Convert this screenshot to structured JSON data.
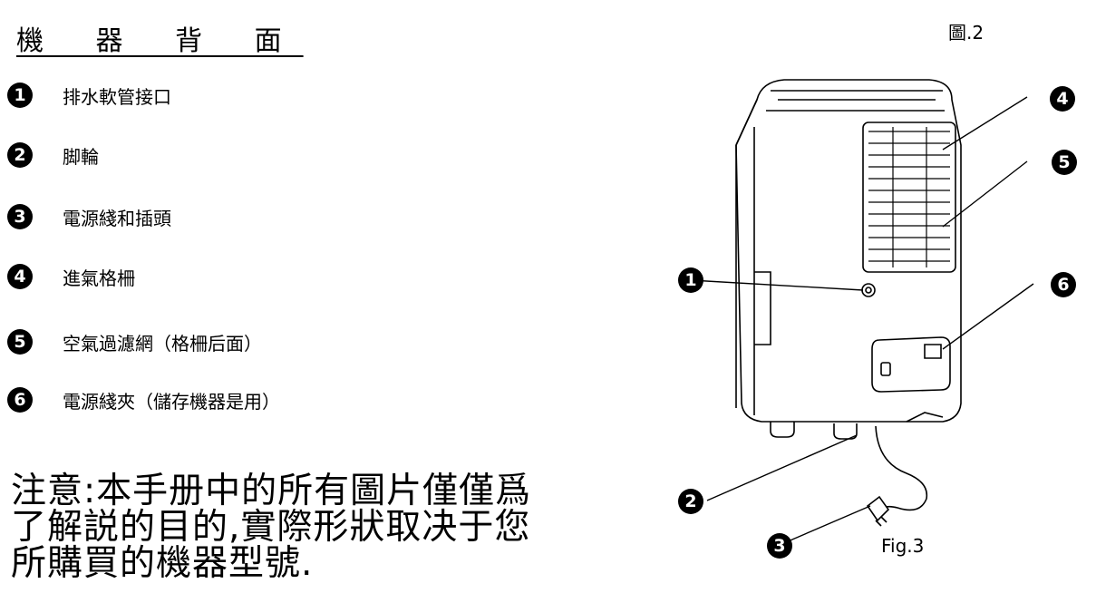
{
  "page": {
    "title": "機 器 背 面",
    "figure_top_label": "圖.2",
    "figure_bottom_label": "Fig.3"
  },
  "legend": [
    {
      "num": "1",
      "text": "排水軟管接口"
    },
    {
      "num": "2",
      "text": "脚輪"
    },
    {
      "num": "3",
      "text": "電源綫和插頭"
    },
    {
      "num": "4",
      "text": "進氣格柵"
    },
    {
      "num": "5",
      "text": "空氣過濾網（格柵后面）"
    },
    {
      "num": "6",
      "text": "電源綫夾（儲存機器是用）"
    }
  ],
  "note": {
    "line1": "注意:本手册中的所有圖片僅僅爲",
    "line2": "了解説的目的,實際形狀取决于您",
    "line3": "所購買的機器型號."
  },
  "callouts": [
    "1",
    "2",
    "3",
    "4",
    "5",
    "6"
  ]
}
